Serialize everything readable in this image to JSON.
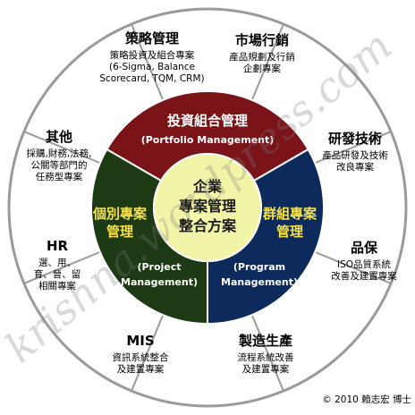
{
  "outer_segments": [
    {
      "title": "策略管理",
      "lines": [
        "策略投資及組合專案",
        "(6-Sigma, Balance",
        "Scorecard, TQM, CRM)"
      ]
    },
    {
      "title": "市場行銷",
      "lines": [
        "產品規劃及行銷",
        "企劃專案"
      ]
    },
    {
      "title": "研發技術",
      "lines": [
        "產品研發及技術",
        "改良專案"
      ]
    },
    {
      "title": "品保",
      "lines": [
        "ISO品質系統",
        "改善及建置專案"
      ]
    },
    {
      "title": "製造生產",
      "lines": [
        "流程系統改善",
        "及建置專案"
      ]
    },
    {
      "title": "MIS",
      "lines": [
        "資訊系統整合",
        "及建置專案"
      ]
    },
    {
      "title": "HR",
      "lines": [
        "選、用、",
        "育、晉、留",
        "相關專案"
      ]
    },
    {
      "title": "其他",
      "lines": [
        "採購,財務,法務,",
        "公關等部門的",
        "任務型專案"
      ]
    }
  ],
  "ring": {
    "portfolio": {
      "cn": "投資組合管理",
      "en": "(Portfolio Management)",
      "color": "#7a1419"
    },
    "program": {
      "cn_lines": [
        "群組專案",
        "管理"
      ],
      "en_lines": [
        "(Program",
        "Management)"
      ],
      "color": "#0d2a5c"
    },
    "project": {
      "cn_lines": [
        "個別專案",
        "管理"
      ],
      "en_lines": [
        "(Project",
        "Management)"
      ],
      "color": "#1d3a14"
    }
  },
  "center": {
    "lines": [
      "企業",
      "專案管理",
      "整合方案"
    ],
    "color": "#f2f4a8"
  },
  "colors": {
    "outer_ring": "#ffffff",
    "divider": "#9a9a9a",
    "frame": "#9a9a9a"
  },
  "copyright": "© 2010 賴志宏 博士",
  "watermark": "krishna.wordpress.com"
}
